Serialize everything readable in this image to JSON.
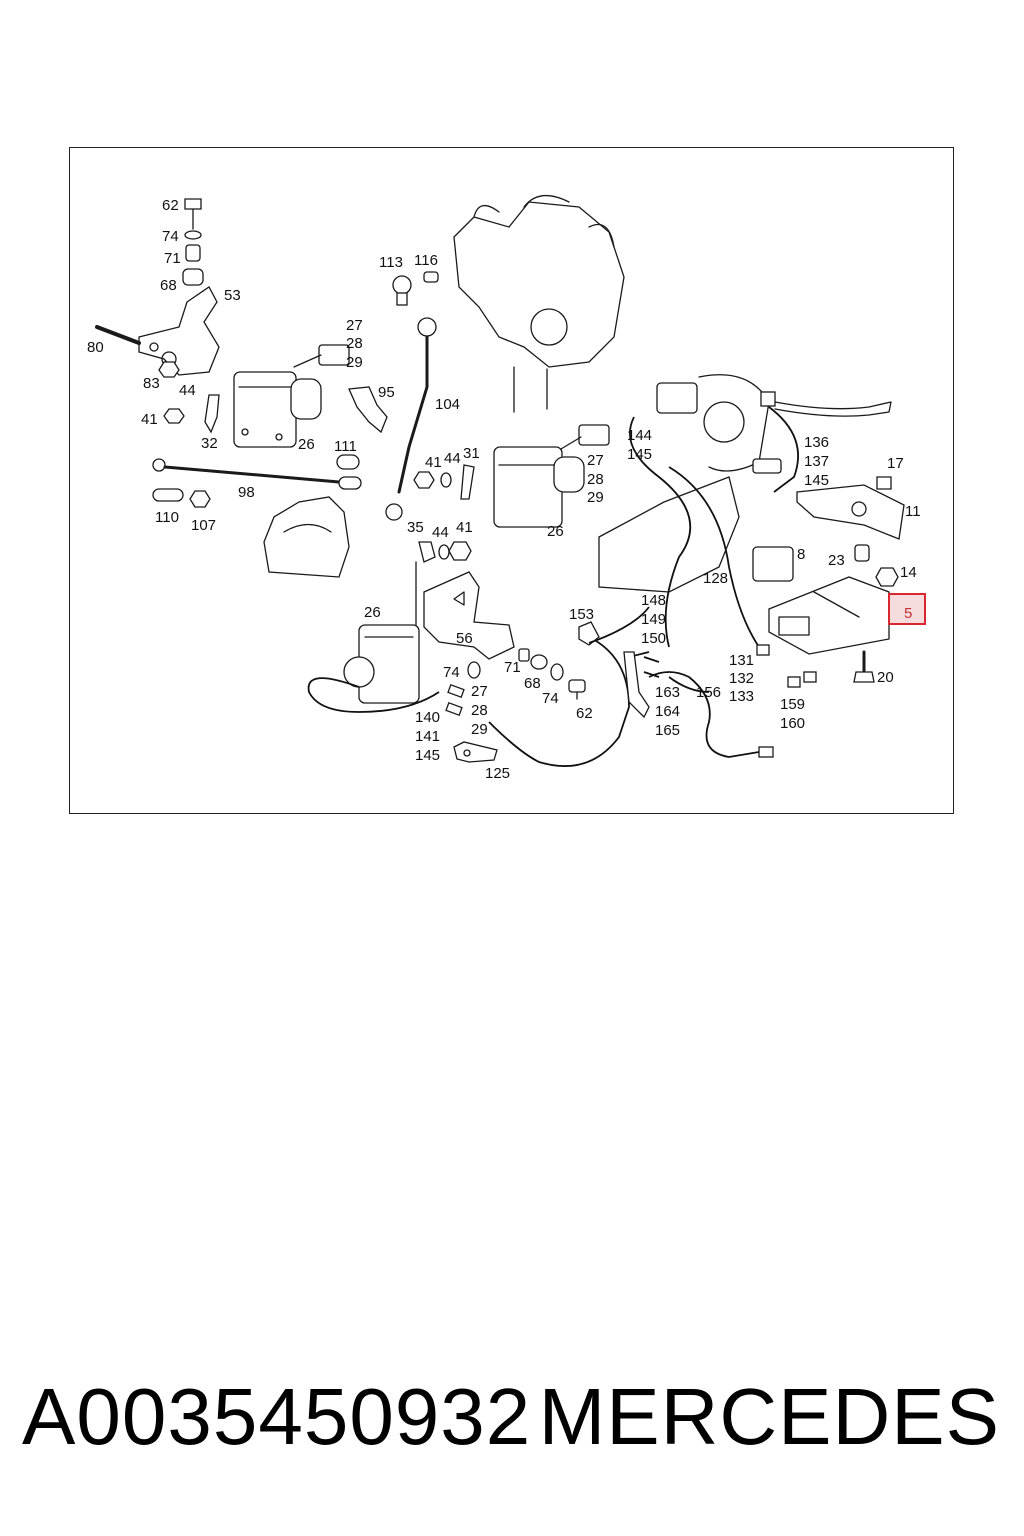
{
  "diagram": {
    "labels": {
      "l62a": "62",
      "l74a": "74",
      "l71a": "71",
      "l68a": "68",
      "l53": "53",
      "l80": "80",
      "l83": "83",
      "l44a": "44",
      "l41a": "41",
      "l32": "32",
      "l27a": "27",
      "l28a": "28",
      "l29a": "29",
      "l26a": "26",
      "l95": "95",
      "l113": "113",
      "l116": "116",
      "l104": "104",
      "l111": "111",
      "l98": "98",
      "l110": "110",
      "l107": "107",
      "l41b": "41",
      "l44b": "44",
      "l31": "31",
      "l27b": "27",
      "l28b": "28",
      "l29b": "29",
      "l26b": "26",
      "l35": "35",
      "l44c": "44",
      "l41c": "41",
      "l26c": "26",
      "l56": "56",
      "l74b": "74",
      "l71b": "71",
      "l68b": "68",
      "l74c": "74",
      "l62b": "62",
      "l27c": "27",
      "l28c": "28",
      "l29c": "29",
      "l140": "140",
      "l141": "141",
      "l145a": "145",
      "l125": "125",
      "l153": "153",
      "l148": "148",
      "l149": "149",
      "l150": "150",
      "l144": "144",
      "l145b": "145",
      "l128": "128",
      "l136": "136",
      "l137": "137",
      "l145c": "145",
      "l17": "17",
      "l11": "11",
      "l8": "8",
      "l23": "23",
      "l14": "14",
      "l5": "5",
      "l131": "131",
      "l132": "132",
      "l133": "133",
      "l163": "163",
      "l164": "164",
      "l165": "165",
      "l156": "156",
      "l159": "159",
      "l160": "160",
      "l20": "20"
    },
    "highlight_color": "#d9262f"
  },
  "footer": {
    "part_number": "A0035450932",
    "brand": "MERCEDES"
  }
}
